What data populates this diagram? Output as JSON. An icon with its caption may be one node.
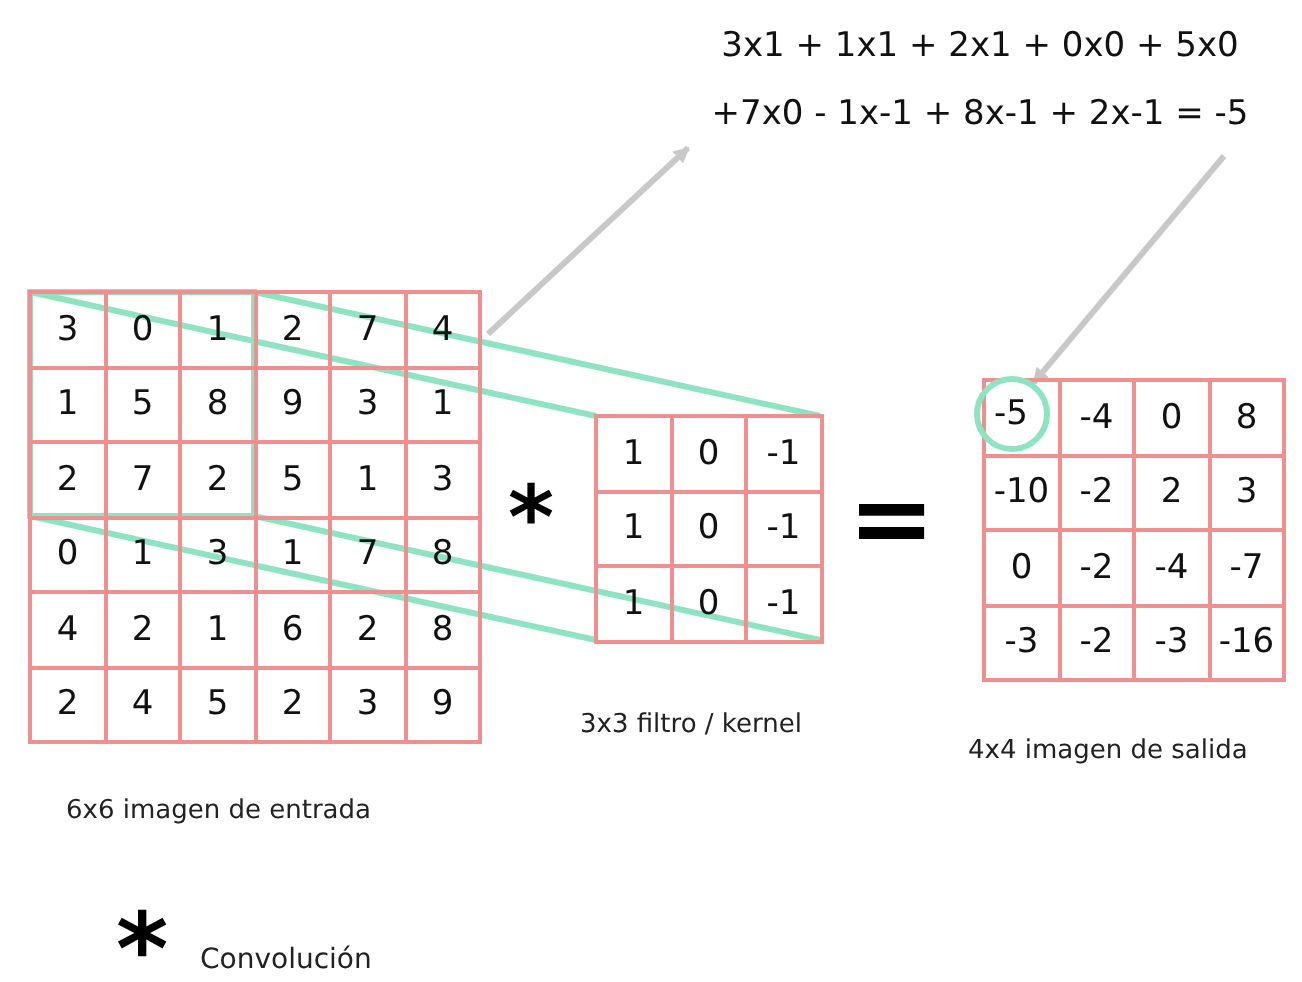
{
  "diagram": {
    "nodes": [
      {
        "text": [
          "3",
          "0",
          "1",
          "2",
          "7",
          "4",
          "1",
          "5",
          "8",
          "9",
          "3",
          "1",
          "2",
          "7",
          "2",
          "5",
          "1",
          "3",
          "0",
          "1",
          "3",
          "1",
          "7",
          "8",
          "4",
          "2",
          "1",
          "6",
          "2",
          "8",
          "2",
          "4",
          "5",
          "2",
          "3",
          "9"
        ],
        "beside": [
          "6x6 imagen de entrada"
        ]
      },
      {
        "text": [
          "3x1 + 1x1 + 2x1 + 0x0 + 5x0",
          "+7x0 - 1x-1 + 8x-1 + 2x-1 = -5"
        ]
      },
      {
        "text": [
          "1",
          "0",
          "-1",
          "1",
          "0",
          "-1",
          "1",
          "0",
          "-1"
        ],
        "beside": [
          "3x3 filtro / kernel"
        ]
      },
      {
        "text": [
          "-4",
          "0",
          "8",
          "-10",
          "-2",
          "2",
          "3",
          "0",
          "-2",
          "-4",
          "-7",
          "-3",
          "-2",
          "-3",
          "-16"
        ],
        "beside": [
          "4x4  imagen de salida"
        ]
      },
      {
        "text": [
          "-5"
        ],
        "in": 3
      }
    ],
    "edges": [
      {
        "from": 0,
        "to": 1,
        "arrow": "to"
      },
      {
        "from": 1,
        "to": 4,
        "arrow": "to"
      }
    ],
    "labels": [
      "*",
      "=",
      "*",
      "Convolución"
    ]
  }
}
